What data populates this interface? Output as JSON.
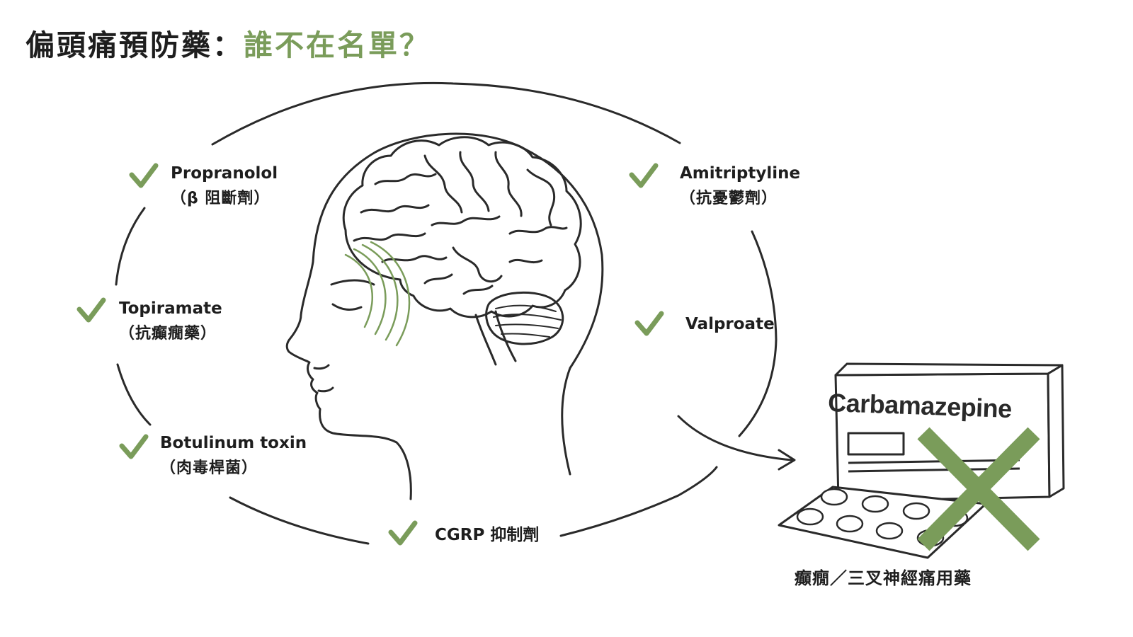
{
  "title": {
    "main": "偏頭痛預防藥：",
    "accent": "誰不在名單？"
  },
  "drugs": [
    {
      "name": "Propranolol",
      "class": "（β 阻斷劑）",
      "included": true
    },
    {
      "name": "Topiramate",
      "class": "（抗癲癇藥）",
      "included": true
    },
    {
      "name": "Botulinum toxin",
      "class": "（肉毒桿菌）",
      "included": true
    },
    {
      "name": "CGRP 抑制劑",
      "class": "",
      "included": true
    },
    {
      "name": "Amitriptyline",
      "class": "（抗憂鬱劑）",
      "included": true
    },
    {
      "name": "Valproate",
      "class": "",
      "included": true
    }
  ],
  "excluded": {
    "box_label": "Carbamazepine",
    "caption": "癲癇／三叉神經痛用藥",
    "included": false
  },
  "colors": {
    "accent": "#7a9c5a",
    "text": "#1e1e1e",
    "line": "#2a2a2a"
  },
  "icons": {
    "check": "check-icon",
    "cross": "cross-icon",
    "brain": "brain-illustration",
    "pill_box": "pill-box-illustration"
  }
}
